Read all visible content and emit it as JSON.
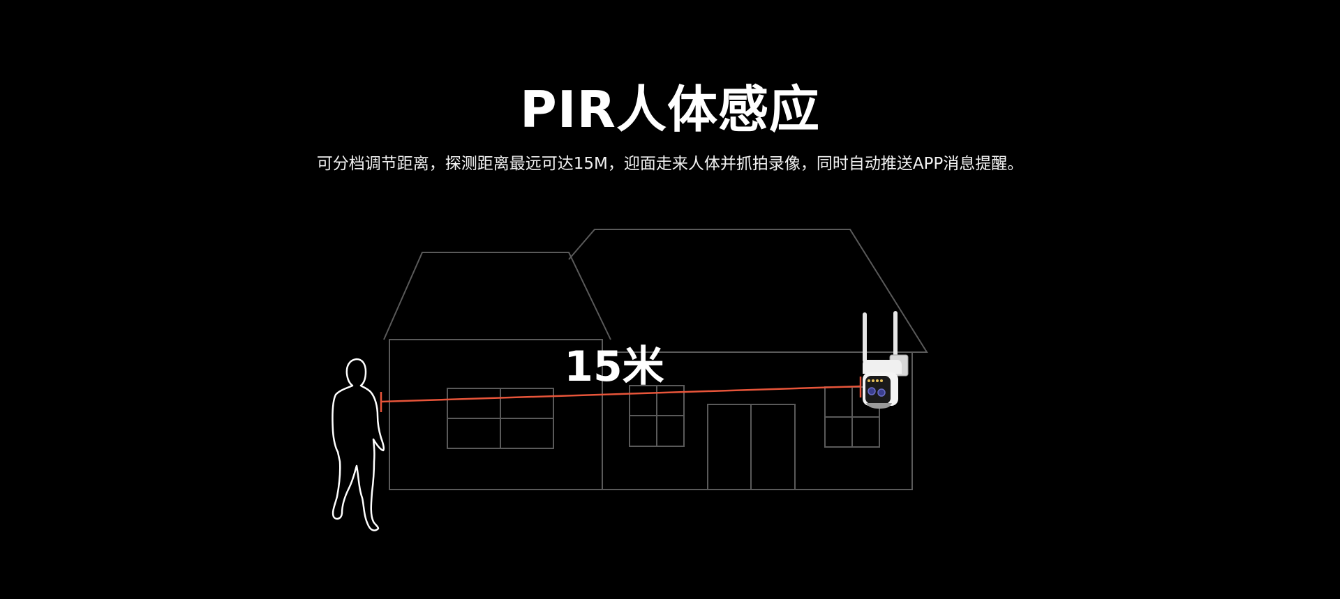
{
  "heading": {
    "title": "PIR人体感应",
    "subtitle": "可分档调节距离，探测距离最远可达15M，迎面走来人体并抓拍录像，同时自动推送APP消息提醒。"
  },
  "scene": {
    "distance_label": "15米",
    "colors": {
      "background": "#000000",
      "house_outline": "#5a5a5a",
      "measure_line": "#e8553a",
      "person_outline": "#ffffff"
    },
    "icons": [
      "house-outline-icon",
      "person-silhouette-icon",
      "security-camera-icon"
    ]
  }
}
